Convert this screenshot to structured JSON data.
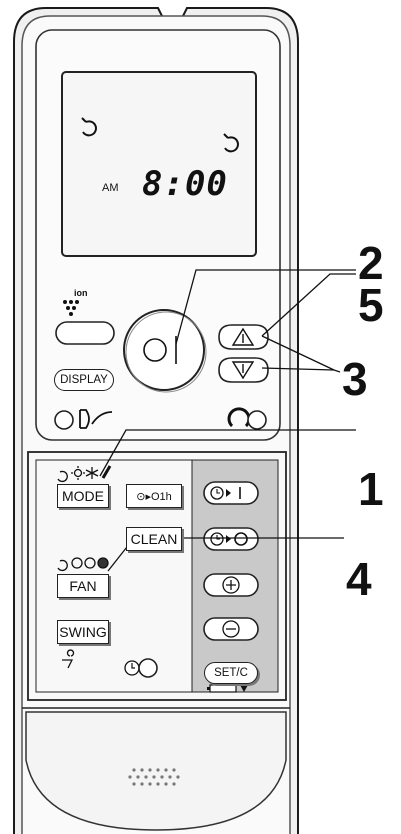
{
  "display": {
    "am_label": "AM",
    "time": "8:00"
  },
  "buttons": {
    "ion_label": "ion",
    "display_label": "DISPLAY",
    "mode_label": "MODE",
    "timer_1h_label": "⊙▸O1h",
    "clean_label": "CLEAN",
    "fan_label": "FAN",
    "swing_label": "SWING",
    "setc_label": "SET/C"
  },
  "callouts": [
    "2",
    "5",
    "3",
    "1",
    "4"
  ],
  "colors": {
    "body": "#f2f2f2",
    "outline": "#1a1a1a",
    "lcd": "#f7f7f7",
    "panel_gray": "#c9c9c9"
  },
  "icons": [
    "sleep-swirl-icon",
    "ion-icon",
    "power-icon",
    "temp-up-icon",
    "temp-down-icon",
    "quiet-icon",
    "comfort-icon",
    "timer-on-icon",
    "timer-off-icon",
    "plus-icon",
    "minus-icon",
    "battery-icon",
    "timer-clock-icon",
    "speaker-grille-icon"
  ]
}
